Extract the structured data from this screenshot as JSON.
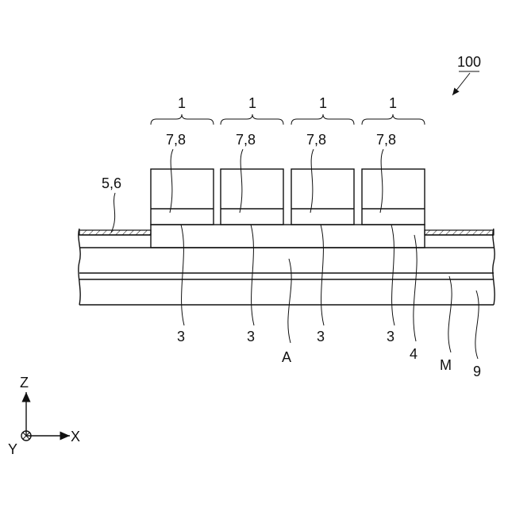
{
  "figure": {
    "reference_number": "100",
    "unit_labels": [
      "1",
      "1",
      "1",
      "1"
    ],
    "unit_sublabels": [
      "7,8",
      "7,8",
      "7,8",
      "7,8"
    ],
    "left_layer_label": "5,6",
    "bottom_labels": {
      "three_a": "3",
      "three_b": "3",
      "A": "A",
      "three_c": "3",
      "three_d": "3",
      "four": "4",
      "M": "M",
      "nine": "9"
    },
    "axes": {
      "z": "Z",
      "x": "X",
      "y": "Y"
    }
  }
}
